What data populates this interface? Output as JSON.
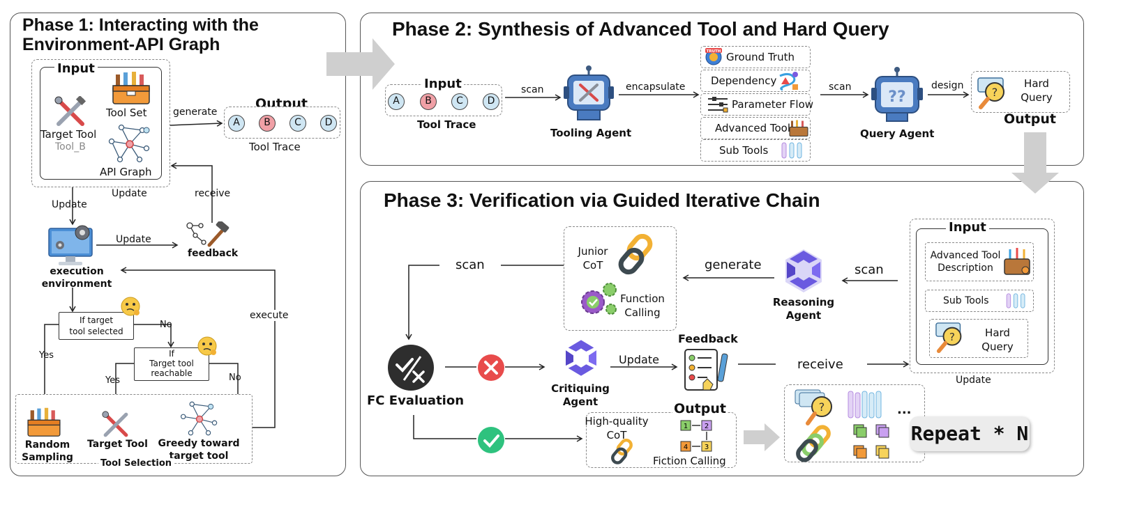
{
  "colors": {
    "panel_border": "#555555",
    "node_blue": "#cfe6f3",
    "node_red": "#f0a0a6",
    "error_red": "#e84b4b",
    "ok_green": "#2ec27e",
    "agent_purple": "#6a5ae0",
    "monitor_blue": "#4b8fd6",
    "arrow_gray": "#c8c8c8"
  },
  "phase1": {
    "title_line1": "Phase 1: Interacting with the",
    "title_line2": "Environment-API Graph",
    "input_label": "Input",
    "tool_set": "Tool Set",
    "target_tool": "Target Tool",
    "tool_b": "Tool_B",
    "api_graph": "API Graph",
    "generate": "generate",
    "output_label": "Output",
    "tool_trace": "Tool Trace",
    "nodes": [
      "A",
      "B",
      "C",
      "D"
    ],
    "update_top": "Update",
    "update_left": "Update",
    "receive": "receive",
    "update_mid": "Update",
    "feedback": "feedback",
    "exec_env_line1": "execution",
    "exec_env_line2": "environment",
    "if_selected_line1": "If target",
    "if_selected_line2": "tool selected",
    "no1": "No",
    "yes1": "Yes",
    "if_reachable_line1": "If",
    "if_reachable_line2": "Target tool",
    "if_reachable_line3": "reachable",
    "yes2": "Yes",
    "no2": "No",
    "execute": "execute",
    "random_line1": "Random",
    "random_line2": "Sampling",
    "target_tool_bottom": "Target Tool",
    "greedy_line1": "Greedy toward",
    "greedy_line2": "target tool",
    "tool_selection": "Tool Selection",
    "icons": [
      "toolbox-icon",
      "crossed-tools-icon",
      "api-graph-icon",
      "monitor-gear-icon",
      "hammer-icon",
      "thinking-emoji-icon"
    ]
  },
  "phase2": {
    "title": "Phase 2: Synthesis of Advanced Tool and Hard Query",
    "input_label": "Input",
    "tool_trace": "Tool Trace",
    "nodes": [
      "A",
      "B",
      "C",
      "D"
    ],
    "scan1": "scan",
    "tooling_agent": "Tooling Agent",
    "encapsulate": "encapsulate",
    "stack": [
      "Ground Truth",
      "Dependency",
      "Parameter Flow",
      "Advanced Tool",
      "Sub Tools"
    ],
    "scan2": "scan",
    "query_agent": "Query Agent",
    "design": "design",
    "hard_query_line1": "Hard",
    "hard_query_line2": "Query",
    "output_label": "Output",
    "icons": [
      "robot-icon",
      "truth-badge-icon",
      "dependency-icon",
      "sliders-icon",
      "toolbox-icon",
      "tubes-icon",
      "magnifier-question-icon"
    ]
  },
  "phase3": {
    "title": "Phase 3: Verification via Guided Iterative Chain",
    "scan_left": "scan",
    "junior_line1": "Junior",
    "junior_line2": "CoT",
    "function_line1": "Function",
    "function_line2": "Calling",
    "generate": "generate",
    "reasoning_line1": "Reasoning",
    "reasoning_line2": "Agent",
    "scan_right": "scan",
    "input_label": "Input",
    "adv_desc_line1": "Advanced Tool",
    "adv_desc_line2": "Description",
    "sub_tools": "Sub Tools",
    "hard_query_line1": "Hard",
    "hard_query_line2": "Query",
    "update_right": "Update",
    "fc_evaluation": "FC Evaluation",
    "critiquing_line1": "Critiquing",
    "critiquing_line2": "Agent",
    "update_mid": "Update",
    "feedback": "Feedback",
    "receive": "receive",
    "output_label": "Output",
    "hq_line1": "High-quality",
    "hq_line2": "CoT",
    "fiction_calling": "Fiction Calling",
    "ellipsis": "...",
    "repeat": "Repeat * N",
    "mini_nums": [
      "1",
      "2",
      "3",
      "4"
    ],
    "icons": [
      "chain-icon",
      "gears-icon",
      "agent-logo-icon",
      "fc-eval-icon",
      "cross-icon",
      "check-icon",
      "checklist-icon"
    ]
  }
}
